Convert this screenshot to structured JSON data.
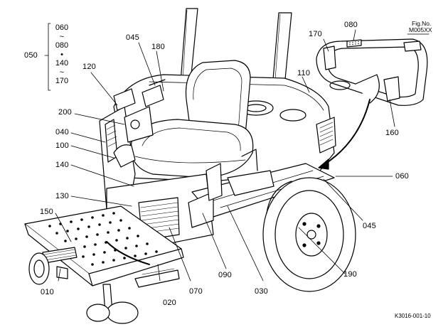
{
  "diagram": {
    "fig_no_label": "Fig.No.",
    "fig_no_value": "M005XX",
    "footer_code": "K3016-001-10",
    "range_group": {
      "label": "050",
      "items": [
        "060",
        "~",
        "080",
        "•",
        "140",
        "~",
        "170"
      ]
    },
    "callouts": {
      "c010": "010",
      "c020": "020",
      "c030": "030",
      "c040": "040",
      "c045a": "045",
      "c045b": "045",
      "c060": "060",
      "c070": "070",
      "c080": "080",
      "c090": "090",
      "c100": "100",
      "c110": "110",
      "c120": "120",
      "c130": "130",
      "c140": "140",
      "c150": "150",
      "c160": "160",
      "c170": "170",
      "c180": "180",
      "c190": "190",
      "c200": "200"
    }
  }
}
